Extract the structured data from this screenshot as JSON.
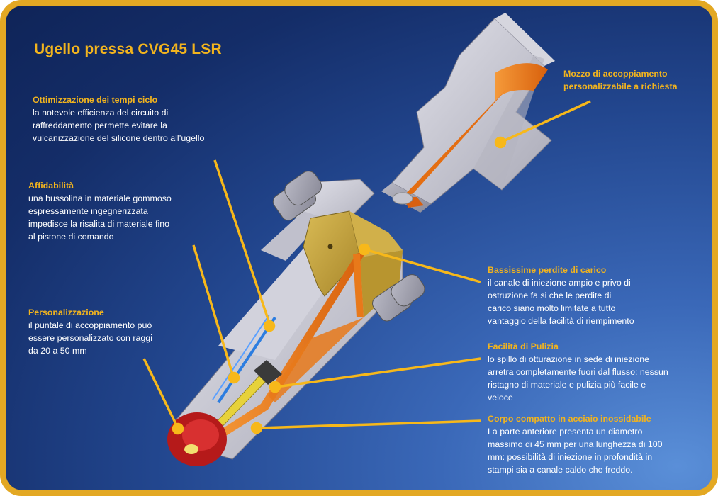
{
  "title": "Ugello pressa CVG45 LSR",
  "colors": {
    "frame": "#e3a823",
    "accent_text": "#f2b41e",
    "leader_line": "#f7b81a",
    "body_steel": "#c8c8d2",
    "brass": "#c9a63a",
    "channel": "#ee7a1a",
    "tip_red": "#b01818"
  },
  "callouts": [
    {
      "id": "ottimizzazione",
      "heading": "Ottimizzazione dei tempi ciclo",
      "text": "la notevole efficienza del circuito di\nraffreddamento permette evitare la\nvulcanizzazione del silicone dentro all’ugello"
    },
    {
      "id": "affidabilita",
      "heading": "Affidabilità",
      "text": "una bussolina  in materiale gommoso\nespressamente ingegnerizzata\nimpedisce la risalita di materiale fino\nal pistone di comando"
    },
    {
      "id": "personalizzazione",
      "heading": "Personalizzazione",
      "text": "il puntale di accoppiamento può\nessere personalizzato con raggi\nda 20 a 50 mm"
    },
    {
      "id": "mozzo",
      "heading": "Mozzo di accoppiamento\npersonalizzabile a richiesta",
      "text": ""
    },
    {
      "id": "bassissime",
      "heading": "Bassissime perdite di carico",
      "text": "il canale di iniezione ampio e privo di\nostruzione fa si che le perdite di\ncarico siano molto limitate a tutto\nvantaggio della facilità di riempimento"
    },
    {
      "id": "facilita",
      "heading": "Facilità di Pulizia",
      "text": "lo spillo di otturazione in sede di iniezione\narretra completamente fuori dal flusso: nessun\nristagno di materiale e pulizia più facile e\nveloce"
    },
    {
      "id": "corpo",
      "heading": "Corpo compatto in acciaio inossidabile",
      "text": "La parte anteriore presenta un diametro\nmassimo di 45 mm per una lunghezza di 100\nmm: possibilità di iniezione in profondità in\nstampi sia a canale caldo che freddo."
    }
  ]
}
